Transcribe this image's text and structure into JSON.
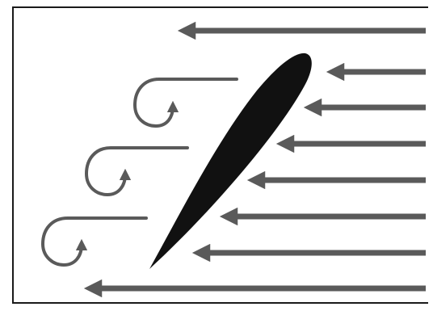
{
  "diagram": {
    "colors": {
      "airfoil": "#111111",
      "flow_arrow": "#5a5a5a",
      "vortex": "#5a5a5a",
      "border": "#1a1a1a",
      "background": "#ffffff"
    },
    "oncoming_flow_arrow_count": 8,
    "wake_vortex_count": 3,
    "icons": [
      "airfoil-shape",
      "flow-arrow-icon",
      "vortex-swirl-icon"
    ]
  }
}
